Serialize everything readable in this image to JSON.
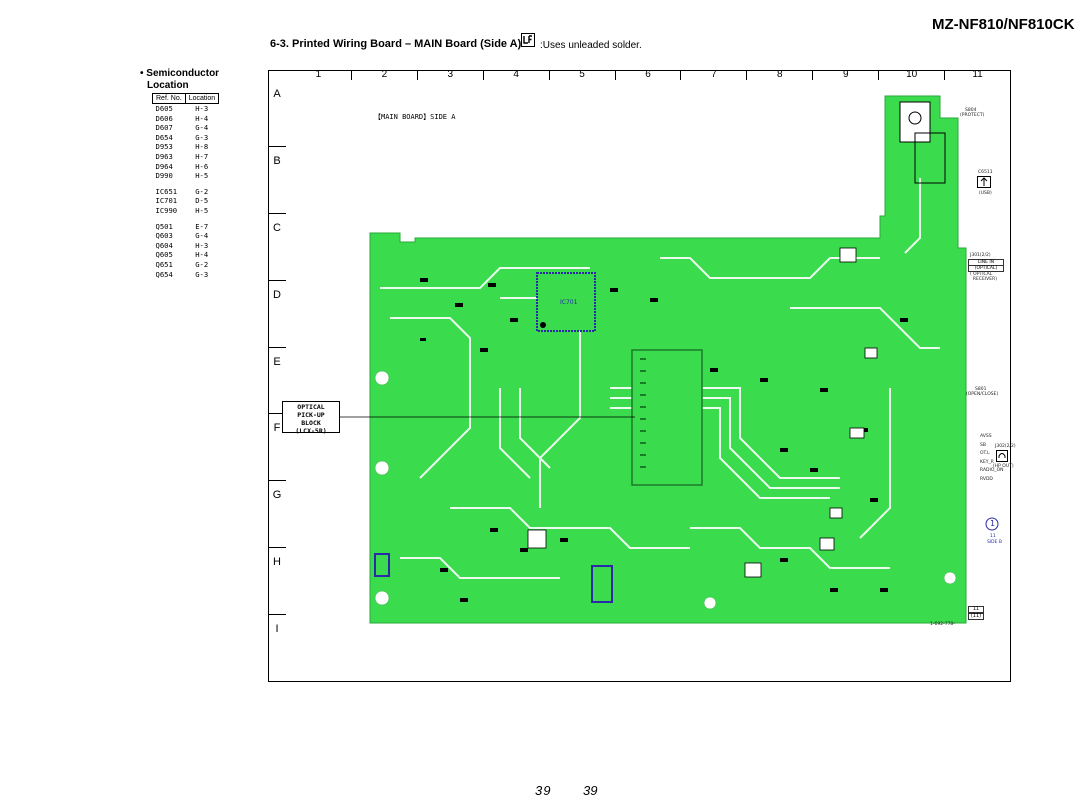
{
  "header": {
    "model": "MZ-NF810/NF810CK",
    "section_heading": "6-3.   Printed Wiring Board  – MAIN Board (Side A) –",
    "unleaded_note": ":Uses unleaded solder."
  },
  "semiconductor": {
    "title_line1": "• Semiconductor",
    "title_line2": "Location",
    "col_ref": "Ref. No.",
    "col_loc": "Location",
    "groups": [
      [
        [
          "D605",
          "H-3"
        ],
        [
          "D606",
          "H-4"
        ],
        [
          "D607",
          "G-4"
        ],
        [
          "D654",
          "G-3"
        ],
        [
          "D953",
          "H-8"
        ],
        [
          "D963",
          "H-7"
        ],
        [
          "D964",
          "H-6"
        ],
        [
          "D990",
          "H-5"
        ]
      ],
      [
        [
          "IC651",
          "G-2"
        ],
        [
          "IC701",
          "D-5"
        ],
        [
          "IC990",
          "H-5"
        ]
      ],
      [
        [
          "Q501",
          "E-7"
        ],
        [
          "Q603",
          "G-4"
        ],
        [
          "Q604",
          "H-3"
        ],
        [
          "Q605",
          "H-4"
        ],
        [
          "Q651",
          "G-2"
        ],
        [
          "Q654",
          "G-3"
        ]
      ]
    ]
  },
  "grid": {
    "columns": [
      "1",
      "2",
      "3",
      "4",
      "5",
      "6",
      "7",
      "8",
      "9",
      "10",
      "11"
    ],
    "rows": [
      "A",
      "B",
      "C",
      "D",
      "E",
      "F",
      "G",
      "H",
      "I"
    ]
  },
  "board": {
    "board_label": "【MAIN BOARD】SIDE A",
    "pickup_lines": [
      "OPTICAL",
      "PICK-UP",
      "BLOCK",
      "(LCX-5R)"
    ],
    "ic701_label": "IC701",
    "s804": "S804",
    "s804_sub": "(PROTECT)",
    "c651": "C6511",
    "c651_sub": "(USB)",
    "j301": "J301(2/2)",
    "line_in": "LINE IN",
    "optical_box": "(OPTICAL)",
    "optical_sub": "( OPTICAL\n  RECEIVER)",
    "s801": "S801",
    "s801_sub": "(OPEN/CLOSE)",
    "hp_labels": [
      "AVSS",
      "SB",
      "OT.L",
      "KEY_R",
      "RADIO_ON",
      "RVDD"
    ],
    "j302": "J302(2/2)",
    "hp_out": "(HP OUT)",
    "ref_1": "1",
    "ref_1_sub1": "11",
    "ref_1_sub2": "SIDE B",
    "corner_11a": "11",
    "corner_11b": "(11)",
    "bottom_code": "1-692-778-"
  },
  "footer": {
    "page_left": "39",
    "page_right": "39"
  },
  "colors": {
    "pcb_green": "#3adc4e",
    "trace_white": "#ffffff",
    "ic_blue": "#2a2aa8"
  }
}
